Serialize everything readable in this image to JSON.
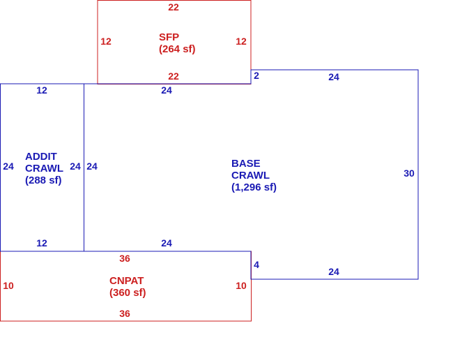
{
  "colors": {
    "red": "#cc1f1f",
    "blue": "#1a1ab4"
  },
  "areas": {
    "sfp": {
      "name": "SFP",
      "area": "(264 sf)"
    },
    "addit": {
      "name_line1": "ADDIT",
      "name_line2": "CRAWL",
      "area": "(288 sf)"
    },
    "base": {
      "name_line1": "BASE",
      "name_line2": "CRAWL",
      "area": "(1,296 sf)"
    },
    "cnpat": {
      "name": "CNPAT",
      "area": "(360 sf)"
    }
  },
  "dims": {
    "sfp": {
      "top": "22",
      "bottom": "22",
      "left": "12",
      "right": "12"
    },
    "addit": {
      "top": "12",
      "bottom": "12",
      "left": "24",
      "right": "24"
    },
    "base": {
      "top_left": "24",
      "step": "2",
      "top_right": "24",
      "right": "30",
      "left": "24",
      "bottom_left": "24",
      "step_lower": "4",
      "bottom_right": "24"
    },
    "cnpat": {
      "top": "36",
      "bottom": "36",
      "left": "10",
      "right": "10"
    }
  }
}
